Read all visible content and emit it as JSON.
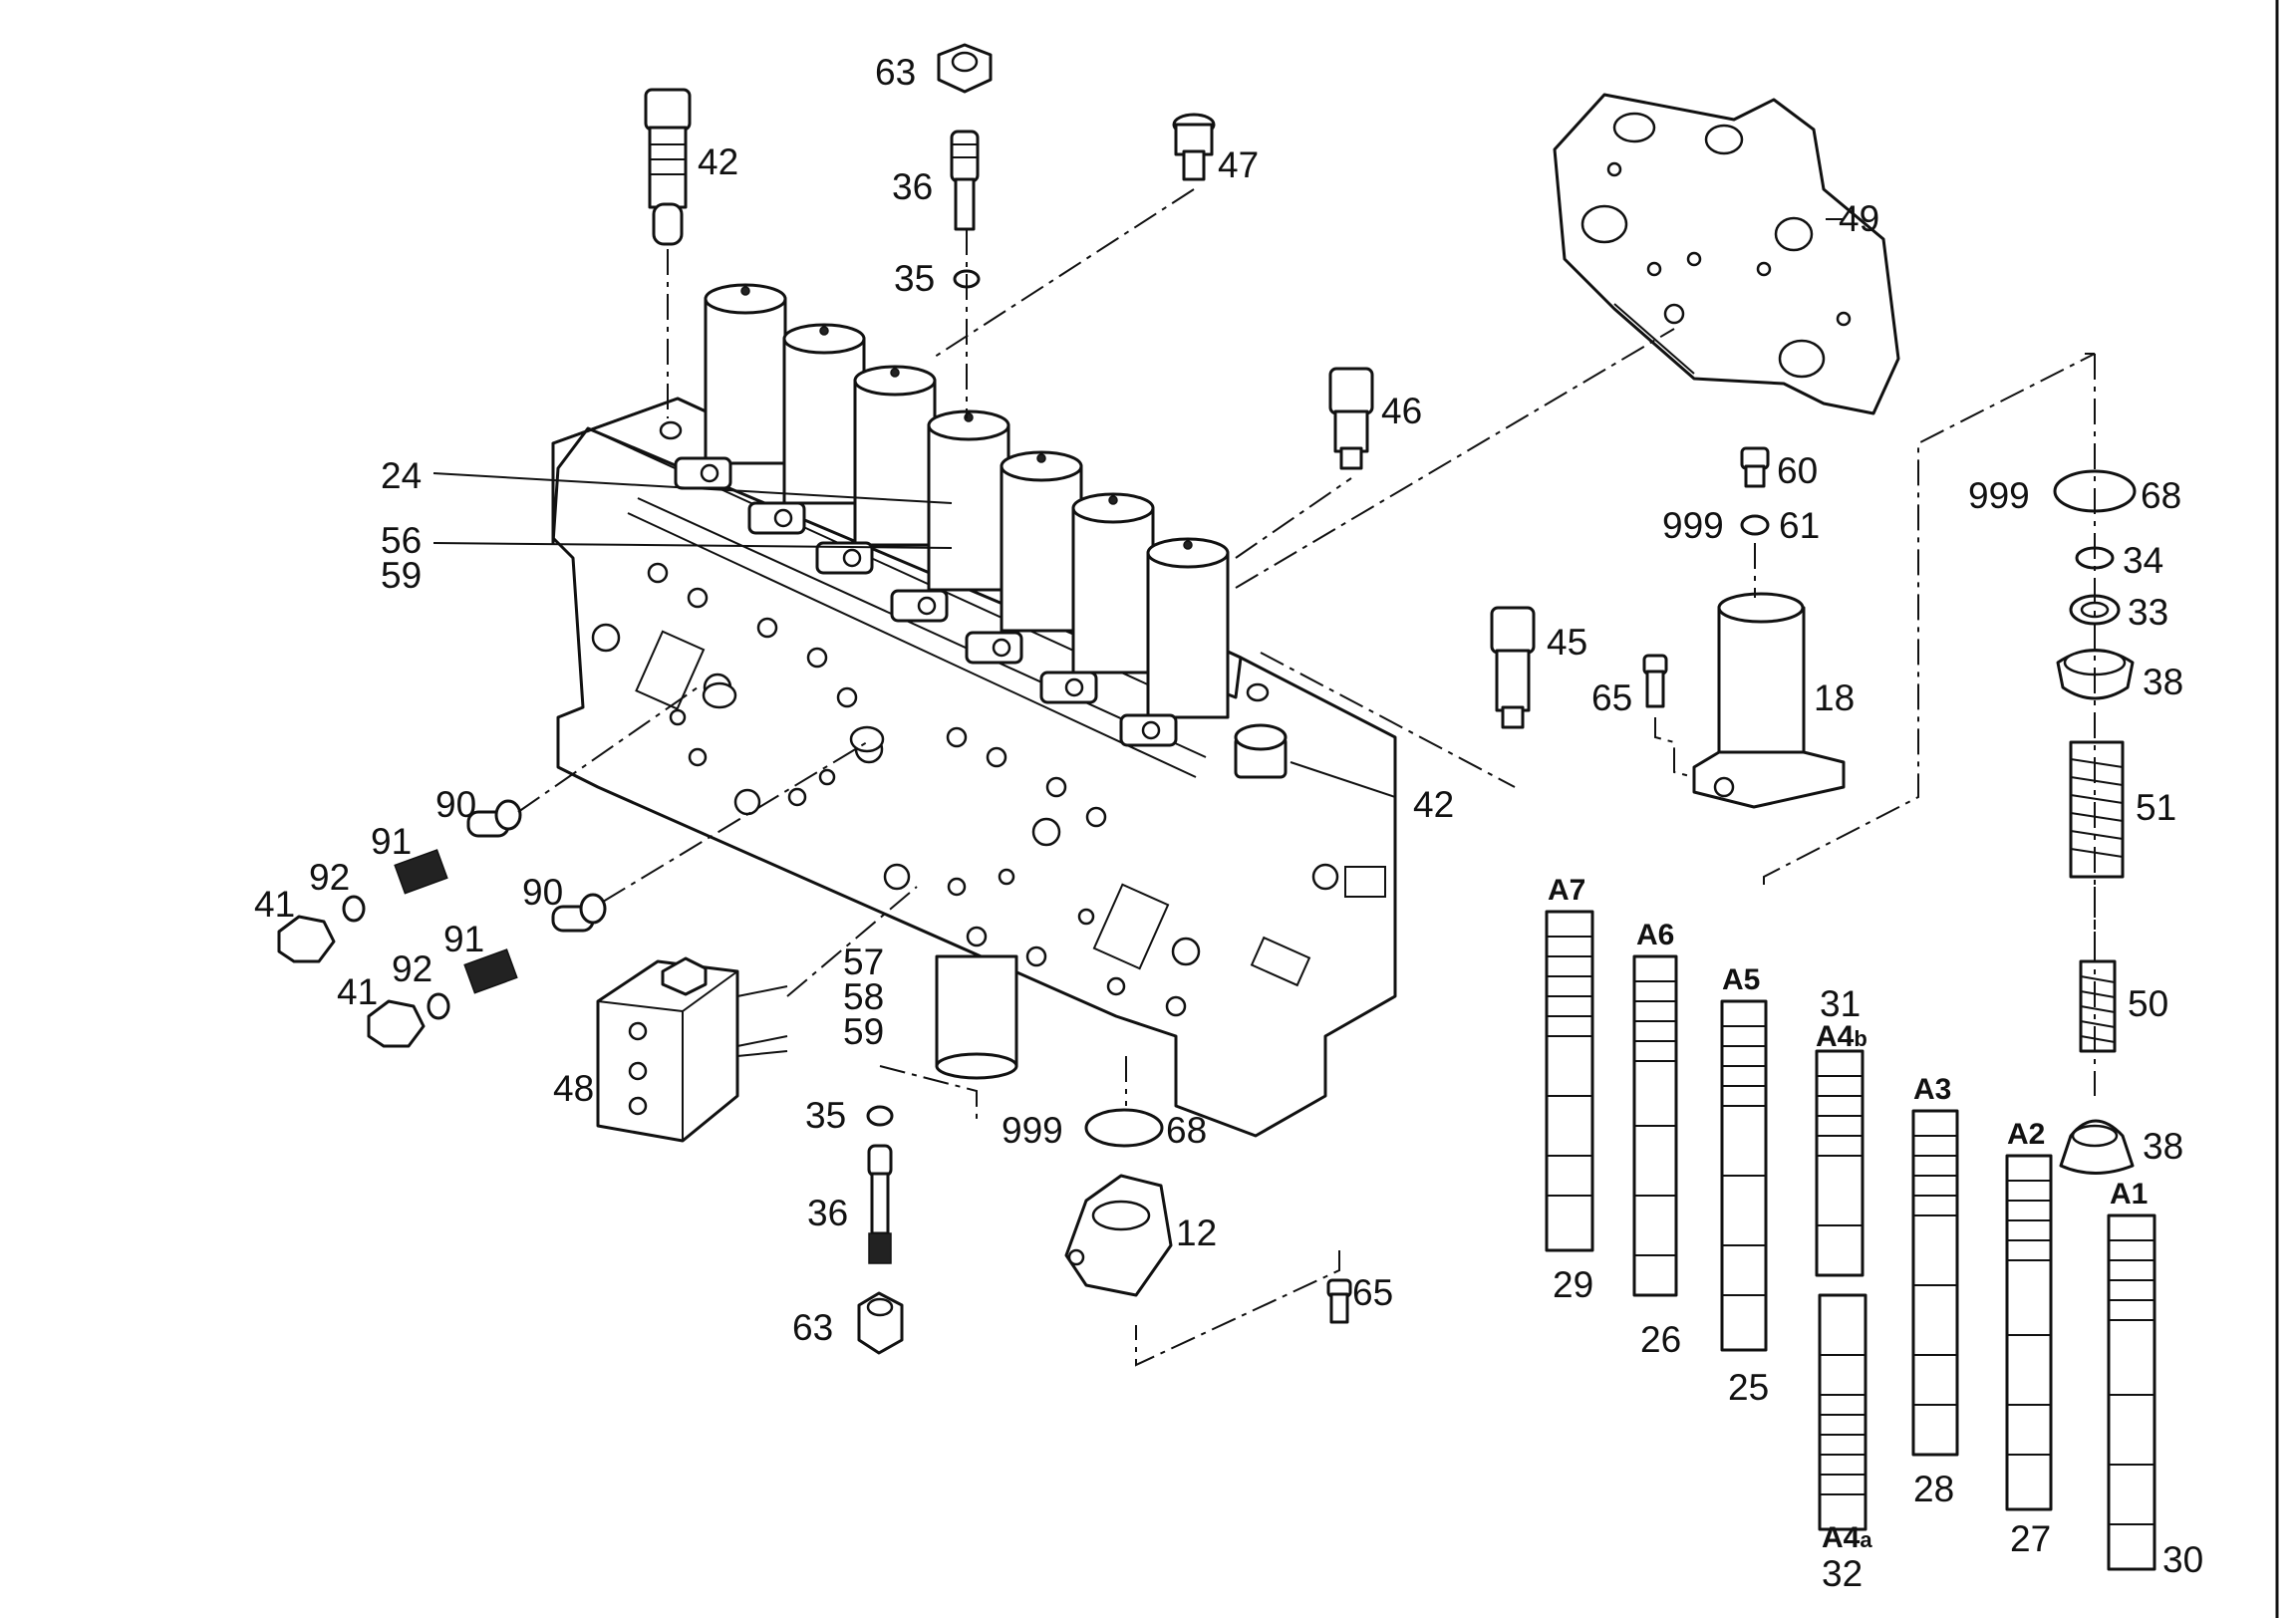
{
  "labels": {
    "l63_top": "63",
    "l42_top": "42",
    "l36_top": "36",
    "l47": "47",
    "l35_top": "35",
    "l49": "49",
    "l46": "46",
    "l24": "24",
    "l56": "56",
    "l59_a": "59",
    "l60": "60",
    "l999_61": "999",
    "l61": "61",
    "l999_68_r": "999",
    "l68_r": "68",
    "l34": "34",
    "l33": "33",
    "l38_top": "38",
    "l45": "45",
    "l65_mid": "65",
    "l18": "18",
    "l42_mid": "42",
    "l51": "51",
    "l90_a": "90",
    "l91_a": "91",
    "l92_a": "92",
    "l41_a": "41",
    "l90_b": "90",
    "l91_b": "91",
    "l92_b": "92",
    "l41_b": "41",
    "l57": "57",
    "l58": "58",
    "l59_b": "59",
    "l48": "48",
    "l35_bot": "35",
    "l999_68_b": "999",
    "l68_b": "68",
    "l36_bot": "36",
    "l12": "12",
    "l65_bot": "65",
    "l63_bot": "63",
    "l50": "50",
    "l38_bot": "38",
    "lA7": "A7",
    "lA6": "A6",
    "lA5": "A5",
    "l31": "31",
    "lA4b": "A4",
    "lA4b_sub": "b",
    "lA3": "A3",
    "lA2": "A2",
    "lA1": "A1",
    "l29": "29",
    "l26": "26",
    "l25": "25",
    "l28": "28",
    "l27": "27",
    "lA4a": "A4",
    "lA4a_sub": "a",
    "l32": "32",
    "l30": "30"
  }
}
